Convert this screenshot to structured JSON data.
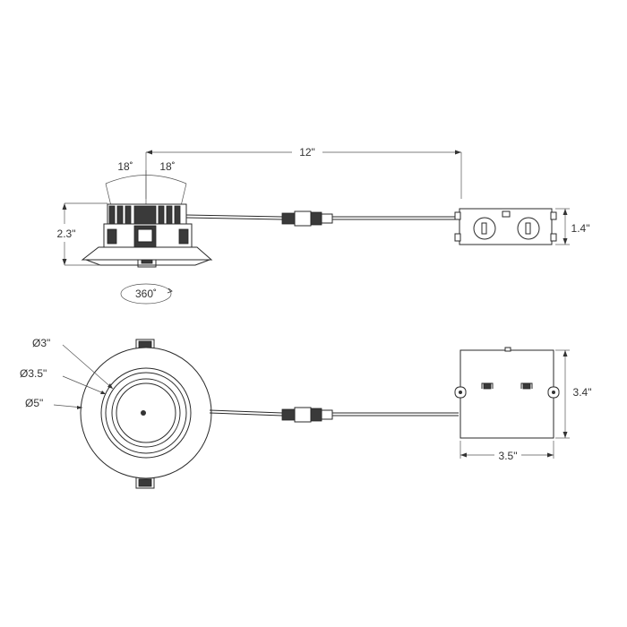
{
  "side_view": {
    "overall_length": "12\"",
    "tilt_left": "18˚",
    "tilt_right": "18˚",
    "fixture_height": "2.3\"",
    "box_height": "1.4\"",
    "rotation": "360˚"
  },
  "top_view": {
    "diameter_inner": "Ø3\"",
    "diameter_middle": "Ø3.5\"",
    "diameter_outer": "Ø5\"",
    "box_width": "3.5\"",
    "box_depth": "3.4\""
  }
}
